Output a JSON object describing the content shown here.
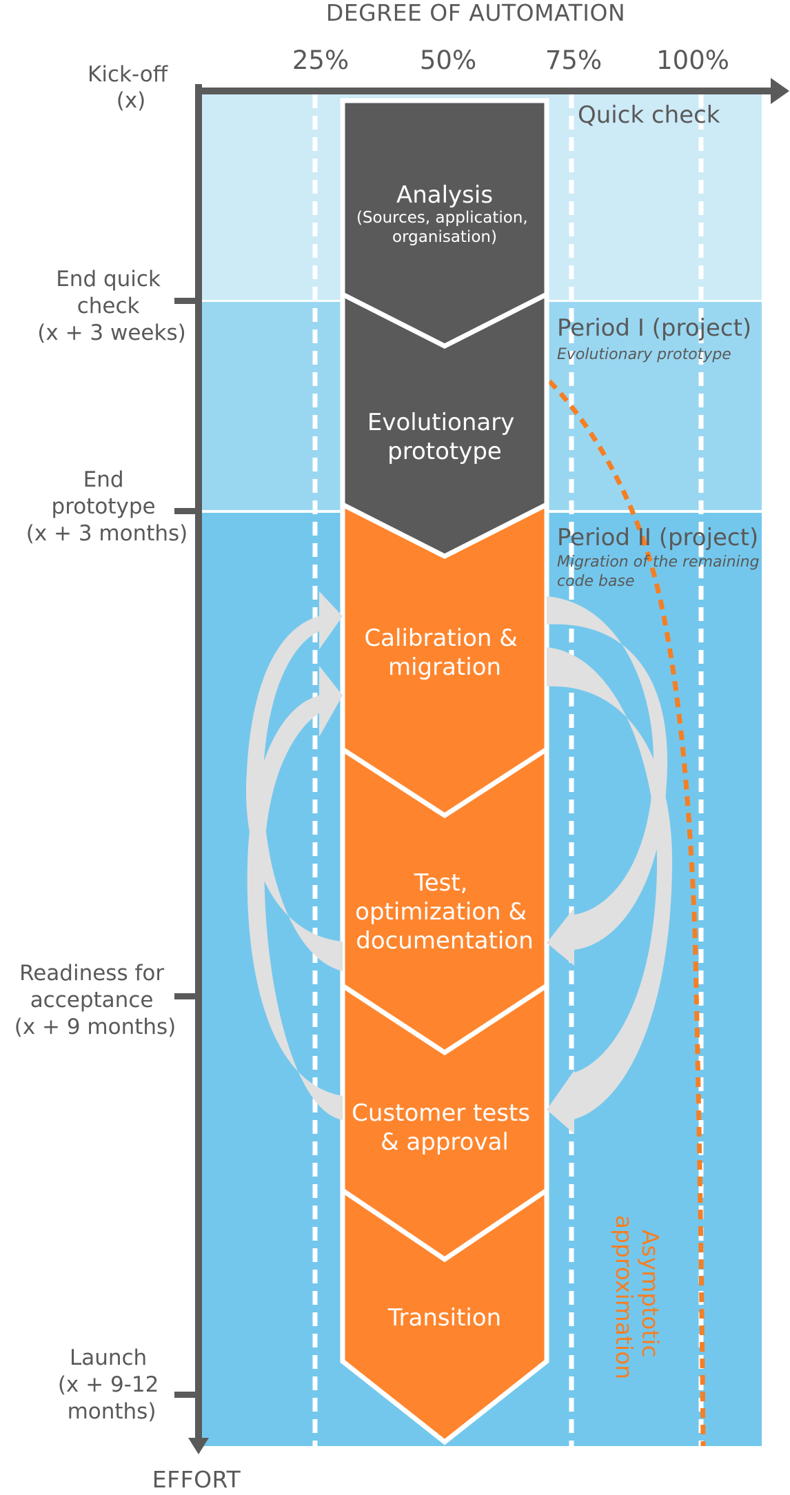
{
  "colors": {
    "axis": "#5a5a5a",
    "band_quick_check": "#cdeaf7",
    "band_period_1": "#99d7f1",
    "band_period_2": "#74c7ec",
    "phase_dark": "#5a5a5a",
    "phase_orange": "#fe852e",
    "feedback_arrow": "#e0e0e0",
    "asymptote": "#f47f25",
    "text": "#595959"
  },
  "x_axis": {
    "title": "DEGREE OF AUTOMATION",
    "ticks": [
      "25%",
      "50%",
      "75%",
      "100%"
    ]
  },
  "y_axis": {
    "title": "EFFORT",
    "milestones": [
      {
        "lines": [
          "Kick-off",
          "(x)"
        ]
      },
      {
        "lines": [
          "End quick",
          "check",
          "(x + 3 weeks)"
        ]
      },
      {
        "lines": [
          "End",
          "prototype",
          "(x + 3 months)"
        ]
      },
      {
        "lines": [
          "Readiness for",
          "acceptance",
          "(x + 9 months)"
        ]
      },
      {
        "lines": [
          "Launch",
          "(x + 9-12",
          "months)"
        ]
      }
    ]
  },
  "periods": [
    {
      "title": "Quick check",
      "subtitle": ""
    },
    {
      "title": "Period I (project)",
      "subtitle": "Evolutionary prototype"
    },
    {
      "title": "Period II (project)",
      "subtitle_lines": [
        "Migration of the remaining",
        "code base"
      ]
    }
  ],
  "phases": [
    {
      "lines": [
        "Analysis"
      ],
      "sub_lines": [
        "(Sources, application,",
        "organisation)"
      ],
      "style": "dark"
    },
    {
      "lines": [
        "Evolutionary",
        "prototype"
      ],
      "style": "dark"
    },
    {
      "lines": [
        "Calibration &",
        "migration"
      ],
      "style": "orange"
    },
    {
      "lines": [
        "Test,",
        "optimization &",
        "documentation"
      ],
      "style": "orange"
    },
    {
      "lines": [
        "Customer tests",
        "& approval"
      ],
      "style": "orange"
    },
    {
      "lines": [
        "Transition"
      ],
      "style": "orange"
    }
  ],
  "asymptote_label": [
    "Asymptotic",
    "approximation"
  ]
}
